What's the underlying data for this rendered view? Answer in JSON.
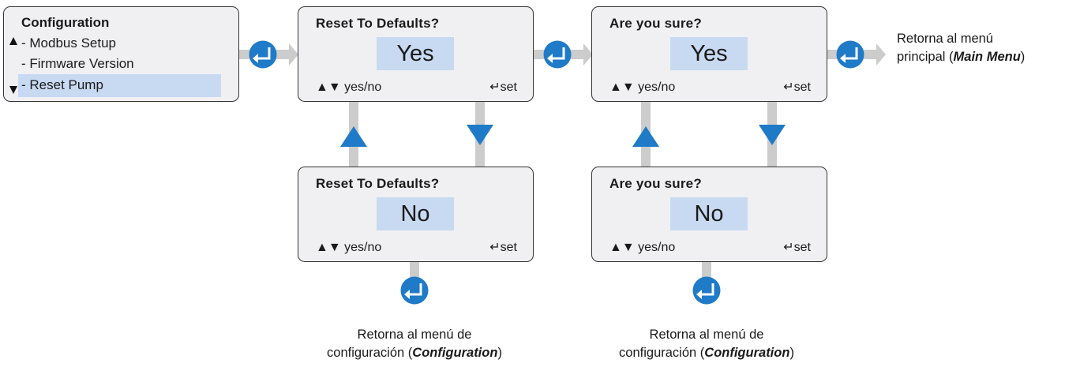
{
  "menu": {
    "title": "Configuration",
    "items": [
      "- Modbus Setup",
      "- Firmware Version",
      "- Reset Pump"
    ],
    "selected_index": 2
  },
  "screens": {
    "reset_yes": {
      "title": "Reset To Defaults?",
      "value": "Yes",
      "hint": "yes/no",
      "set": "set"
    },
    "reset_no": {
      "title": "Reset To Defaults?",
      "value": "No",
      "hint": "yes/no",
      "set": "set"
    },
    "sure_yes": {
      "title": "Are you sure?",
      "value": "Yes",
      "hint": "yes/no",
      "set": "set"
    },
    "sure_no": {
      "title": "Are you sure?",
      "value": "No",
      "hint": "yes/no",
      "set": "set"
    }
  },
  "labels": {
    "main_menu": {
      "line1": "Retorna al menú",
      "line2_pre": "principal (",
      "line2_em": "Main Menu",
      "line2_post": ")"
    },
    "config_1": {
      "line1": "Retorna al menú de",
      "line2_pre": "configuración (",
      "line2_em": "Configuration",
      "line2_post": ")"
    },
    "config_2": {
      "line1": "Retorna al menú de",
      "line2_pre": "configuración (",
      "line2_em": "Configuration",
      "line2_post": ")"
    }
  },
  "colors": {
    "accent": "#1f7ac8",
    "highlight": "#c8daf2",
    "connector": "#cccccc",
    "screen_bg": "#f0f0f2"
  }
}
